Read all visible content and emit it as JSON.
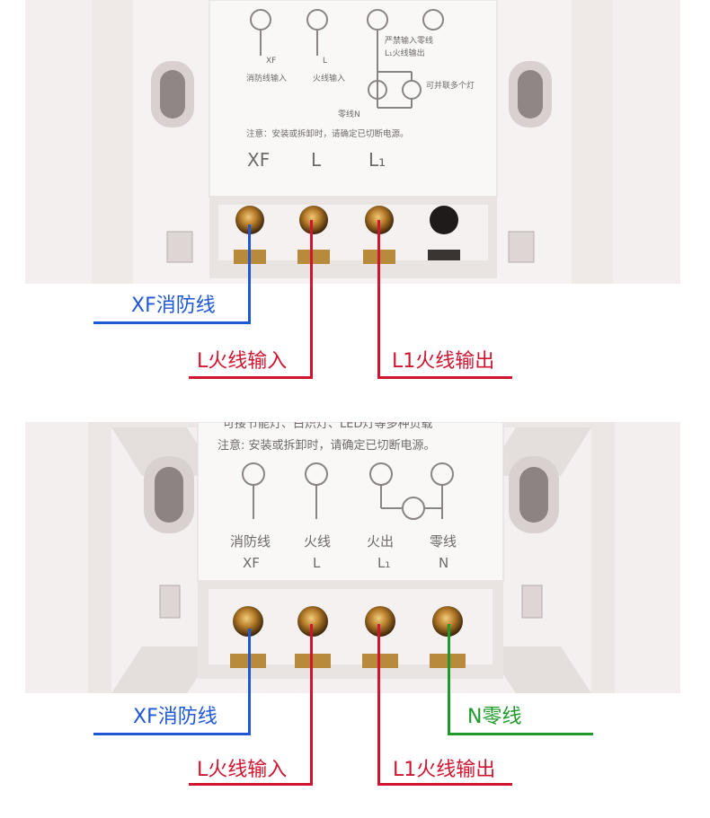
{
  "panel_top": {
    "notice": "注意：安装或拆卸时，请确定已切断电源。",
    "terminals": [
      "XF",
      "L",
      "L₁"
    ],
    "diagram_labels": [
      "消防线输入",
      "火线输入",
      "严禁输入零线",
      "L₁火线输出",
      "可并联多个灯",
      "零线N"
    ],
    "icon_xf": "XF",
    "icon_l": "L"
  },
  "panel_bottom": {
    "header_fragment": "可接节能灯、白炽灯、LED灯等多种负载",
    "notice": "注意: 安装或拆卸时，请确定已切断电源。",
    "terminal_names": [
      "消防线",
      "火线",
      "火出",
      "零线"
    ],
    "terminal_codes": [
      "XF",
      "L",
      "L₁",
      "N"
    ]
  },
  "callouts_top": {
    "xf": "XF消防线",
    "l_in": "L火线输入",
    "l1_out": "L1火线输出"
  },
  "callouts_bottom": {
    "xf": "XF消防线",
    "n": "N零线",
    "l_in": "L火线输入",
    "l1_out": "L1火线输出"
  },
  "colors": {
    "xf_wire": "#1f57d6",
    "live_wire": "#cf1530",
    "neutral_wire": "#1f9a2a"
  }
}
